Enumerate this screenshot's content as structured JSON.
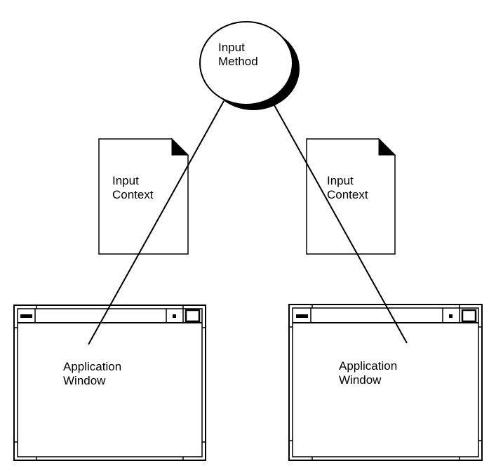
{
  "input_method": {
    "line1": "Input",
    "line2": "Method"
  },
  "contexts": [
    {
      "line1": "Input",
      "line2": "Context"
    },
    {
      "line1": "Input",
      "line2": "Context"
    }
  ],
  "windows": [
    {
      "line1": "Application",
      "line2": "Window"
    },
    {
      "line1": "Application",
      "line2": "Window"
    }
  ],
  "colors": {
    "ink": "#000000",
    "paper": "#ffffff"
  }
}
